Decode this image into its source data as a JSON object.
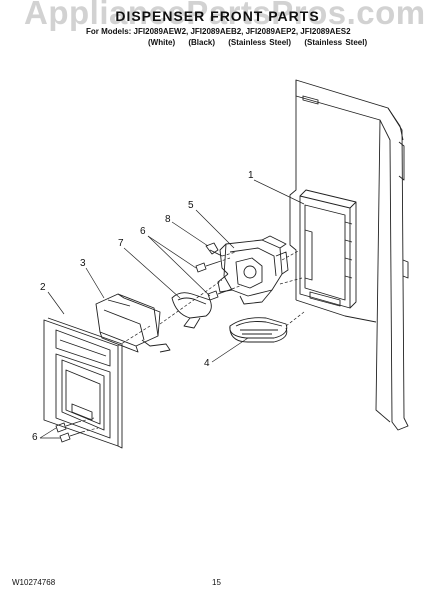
{
  "watermark": "AppliancePartsPros.com",
  "title": "DISPENSER FRONT PARTS",
  "models_line": "For Models: JFI2089AEW2, JFI2089AEB2, JFI2089AEP2, JFI2089AES2",
  "finishes": [
    "(White)",
    "(Black)",
    "(Stainless Steel)",
    "(Stainless Steel)"
  ],
  "callouts": {
    "c1": "1",
    "c2": "2",
    "c3": "3",
    "c4": "4",
    "c5": "5",
    "c6a": "6",
    "c6b": "6",
    "c7": "7",
    "c8": "8"
  },
  "footer": {
    "doc_number": "W10274768",
    "page_number": "15"
  }
}
